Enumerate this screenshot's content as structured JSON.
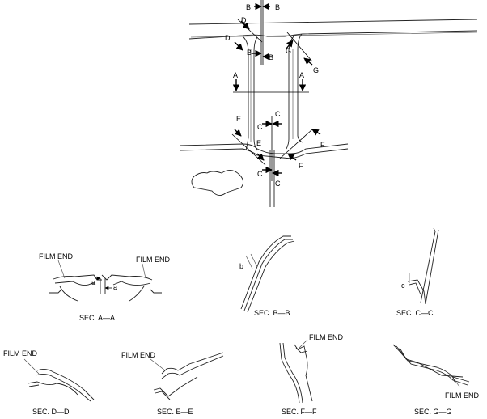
{
  "top_view": {
    "section_letters": {
      "a": "A",
      "b": "B",
      "c": "C",
      "d": "D",
      "e": "E",
      "f": "F",
      "g": "G"
    }
  },
  "sections": [
    {
      "id": "A",
      "caption": "SEC. A—A",
      "film_end_labels": [
        "FILM END",
        "FILM END"
      ],
      "dimension_labels": [
        "a",
        "a"
      ]
    },
    {
      "id": "B",
      "caption": "SEC. B—B",
      "film_end_labels": [],
      "dimension_labels": [
        "b"
      ]
    },
    {
      "id": "C",
      "caption": "SEC. C—C",
      "film_end_labels": [],
      "dimension_labels": [
        "c"
      ]
    },
    {
      "id": "D",
      "caption": "SEC. D—D",
      "film_end_labels": [
        "FILM END"
      ],
      "dimension_labels": []
    },
    {
      "id": "E",
      "caption": "SEC. E—E",
      "film_end_labels": [
        "FILM END"
      ],
      "dimension_labels": []
    },
    {
      "id": "F",
      "caption": "SEC. F—F",
      "film_end_labels": [
        "FILM END"
      ],
      "dimension_labels": []
    },
    {
      "id": "G",
      "caption": "SEC. G—G",
      "film_end_labels": [
        "FILM END"
      ],
      "dimension_labels": []
    }
  ]
}
